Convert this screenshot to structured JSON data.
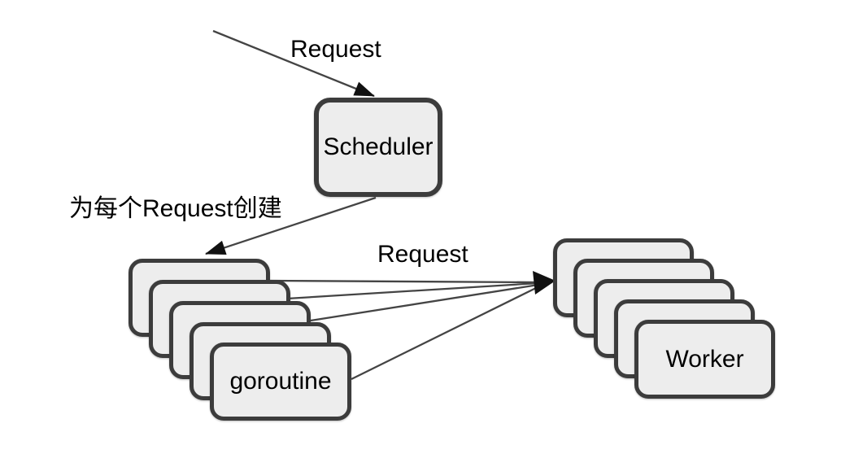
{
  "diagram": {
    "background": "#ffffff",
    "colors": {
      "box_fill": "#ededed",
      "box_border": "#3c3c3c",
      "line": "#444444",
      "arrowhead": "#111111",
      "text": "#000000"
    },
    "nodes": {
      "scheduler": {
        "label": "Scheduler"
      },
      "goroutine": {
        "label": "goroutine",
        "stack_count": 5
      },
      "worker": {
        "label": "Worker",
        "stack_count": 5
      }
    },
    "edges": {
      "incoming_request": {
        "label": "Request",
        "from": "outside-top-left",
        "to": "scheduler"
      },
      "create_goroutine": {
        "label": "为每个Request创建",
        "from": "scheduler",
        "to": "goroutine-stack"
      },
      "goroutine_to_worker": {
        "label": "Request",
        "from": "goroutine-stack",
        "to": "worker-stack",
        "line_count": 4
      }
    }
  }
}
